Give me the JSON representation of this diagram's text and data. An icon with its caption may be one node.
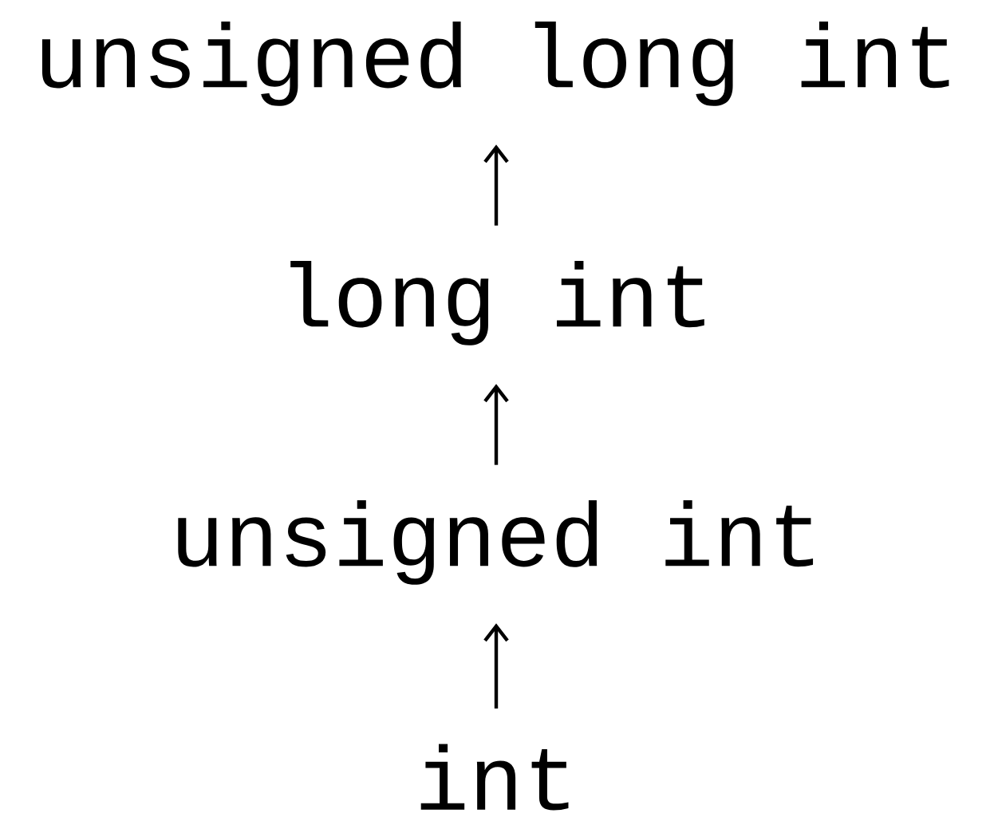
{
  "diagram": {
    "nodes": [
      {
        "text": [
          "unsigned long int"
        ]
      },
      {
        "text": [
          "long int"
        ]
      },
      {
        "text": [
          "unsigned int"
        ]
      },
      {
        "text": [
          "int"
        ]
      }
    ],
    "edges": [
      {
        "from": 3,
        "to": 2,
        "arrow": "to"
      },
      {
        "from": 2,
        "to": 1,
        "arrow": "to"
      },
      {
        "from": 1,
        "to": 0,
        "arrow": "to"
      }
    ]
  }
}
